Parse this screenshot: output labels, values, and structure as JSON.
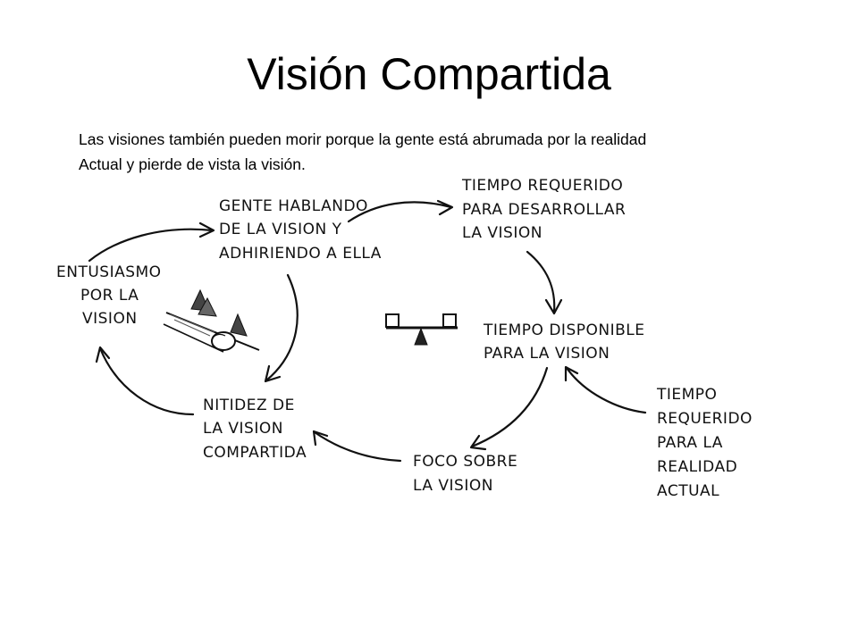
{
  "title": "Visión Compartida",
  "subtitle": {
    "line1": "Las visiones también pueden morir porque la gente está abrumada por la realidad",
    "line2": "Actual y pierde de vista la visión."
  },
  "nodes": {
    "gente": [
      "GENTE HABLANDO",
      "DE LA VISION Y",
      "ADHIRIENDO A ELLA"
    ],
    "tiempo_requerido": [
      "TIEMPO REQUERIDO",
      "PARA DESARROLLAR",
      "LA VISION"
    ],
    "entusiasmo": [
      "ENTUSIASMO",
      "POR LA",
      "VISION"
    ],
    "tiempo_disponible": [
      "TIEMPO DISPONIBLE",
      "PARA LA VISION"
    ],
    "nitidez": [
      "NITIDEZ DE",
      "LA VISION",
      "COMPARTIDA"
    ],
    "foco": [
      "FOCO SOBRE",
      "LA VISION"
    ],
    "realidad": [
      "TIEMPO",
      "REQUERIDO",
      "PARA LA",
      "REALIDAD",
      "ACTUAL"
    ]
  },
  "icons": [
    "snowball-icon",
    "balance-scale-icon"
  ]
}
